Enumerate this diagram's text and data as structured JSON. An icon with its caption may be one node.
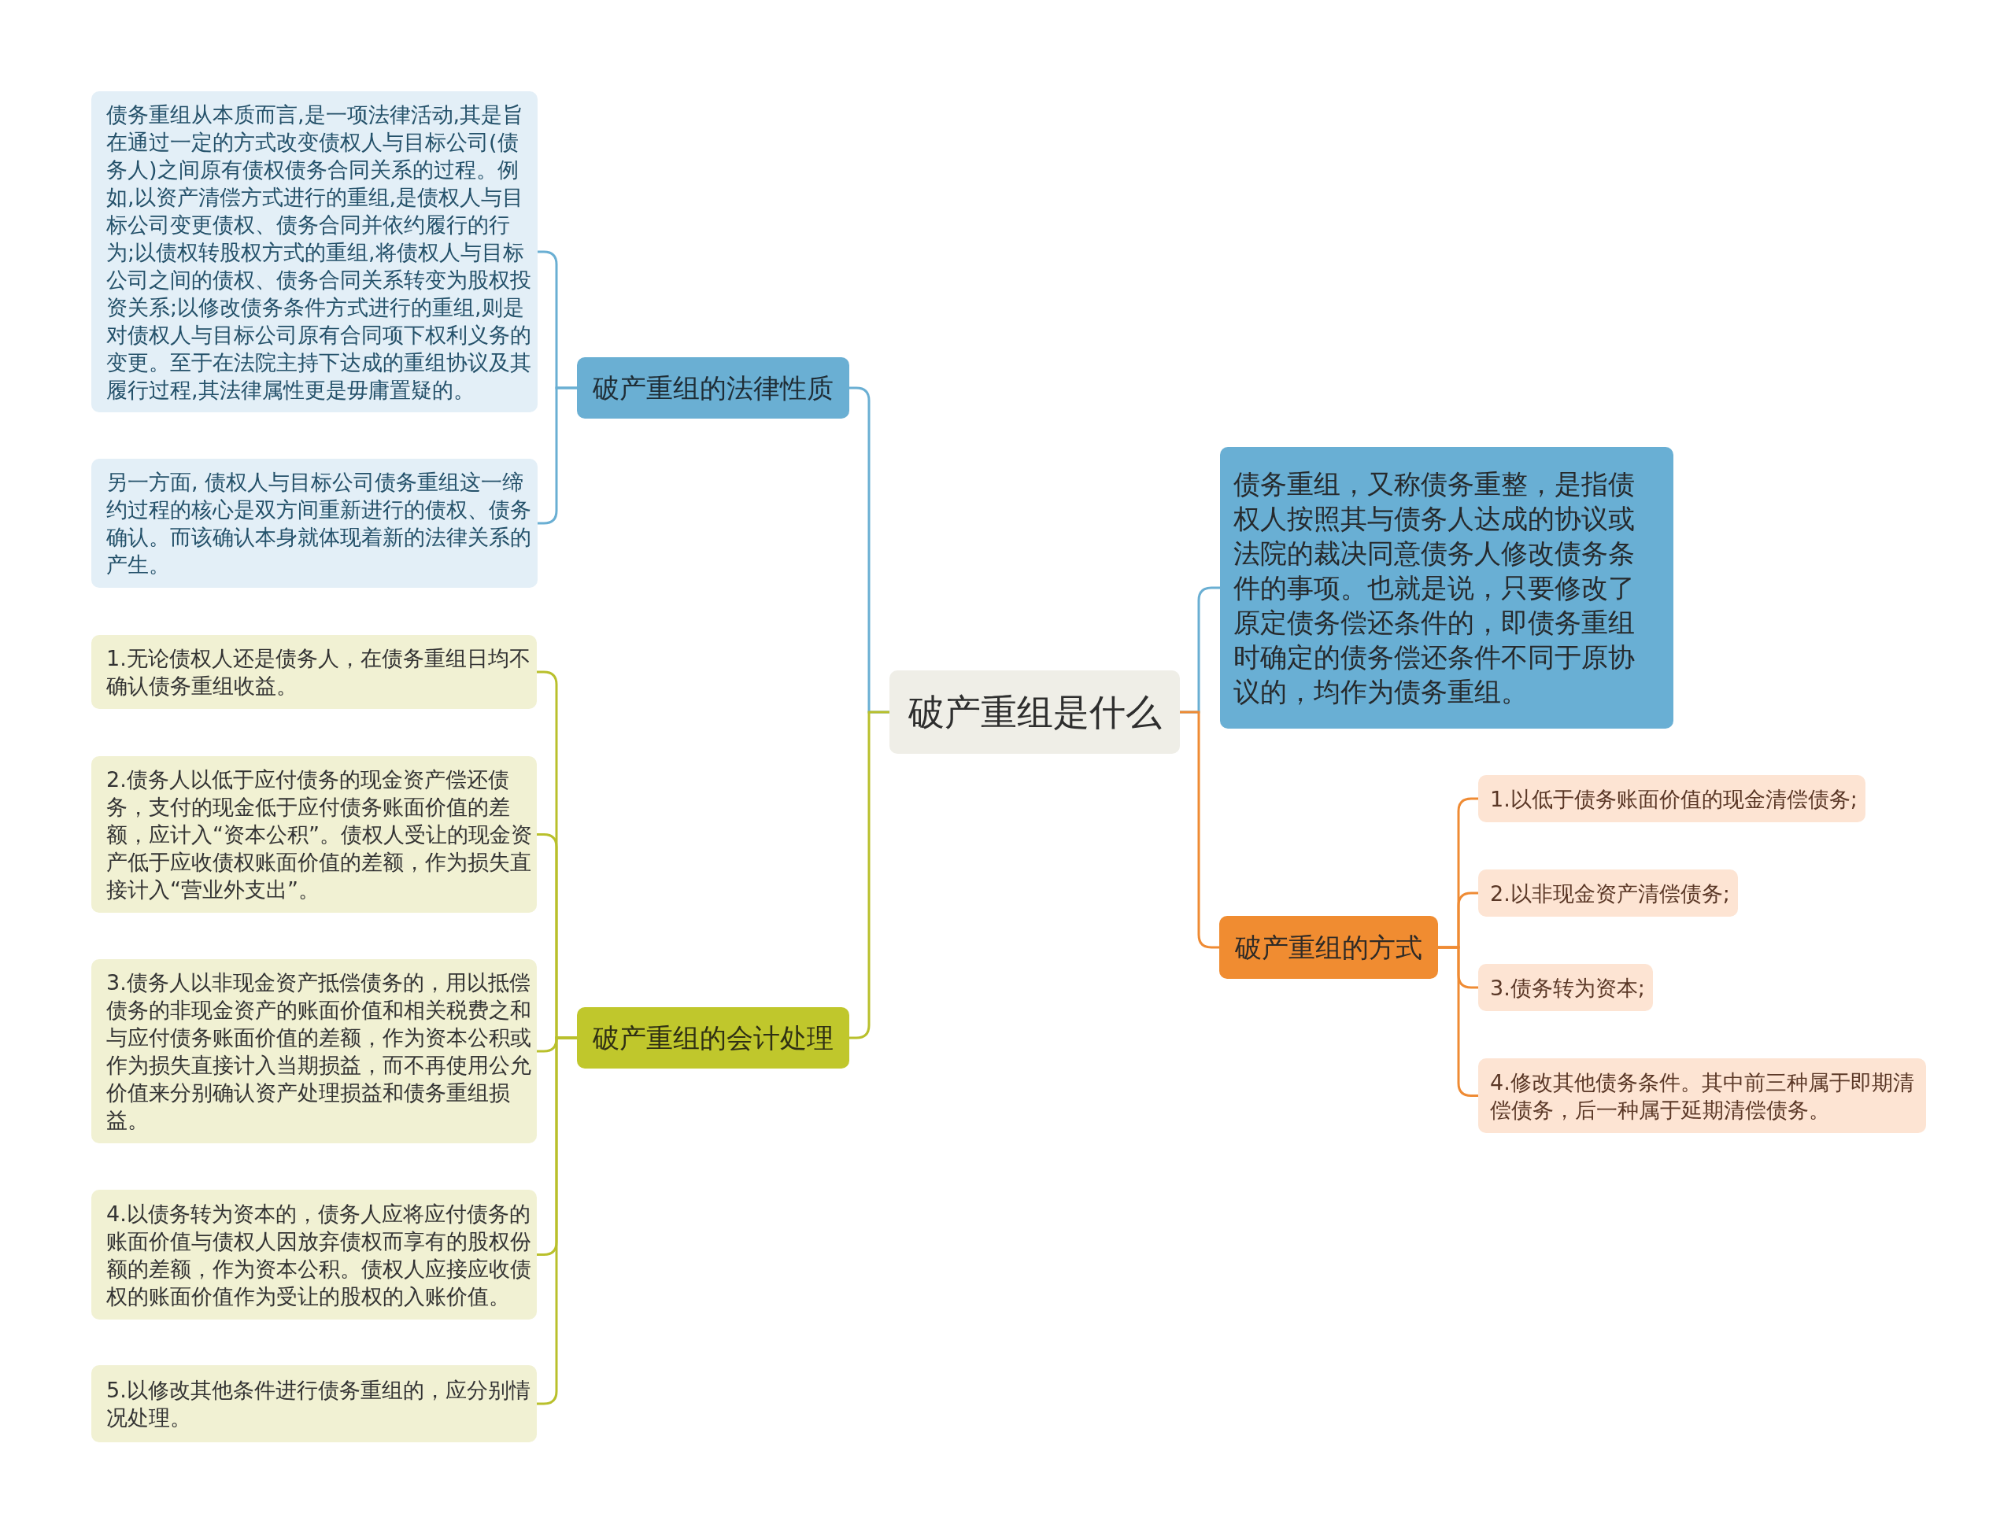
{
  "diagram": {
    "nodes": [
      {
        "text": [
          "破产重组是什么"
        ]
      },
      {
        "text": [
          "破产重组的法律性质"
        ]
      },
      {
        "text": [
          "债务重组从本质而言,是一项法律活动,其是旨在通过一定的方式改变债权人与目标公司(债务人)之间原有债权债务合同关系的过程。例如,以资产清偿方式进行的重组,是债权人与目标公司变更债权、债务合同并依约履行的行为;以债权转股权方式的重组,将债权人与目标公司之间的债权、债务合同关系转变为股权投资关系;以修改债务条件方式进行的重组,则是对债权人与目标公司原有合同项下权利义务的变更。至于在法院主持下达成的重组协议及其履行过程,其法律属性更是毋庸置疑的。"
        ]
      },
      {
        "text": [
          "另一方面, 债权人与目标公司债务重组这一缔约过程的核心是双方间重新进行的债权、债务确认。而该确认本身就体现着新的法律关系的产生。"
        ]
      },
      {
        "text": [
          "破产重组的会计处理"
        ]
      },
      {
        "text": [
          "1.无论债权人还是债务人，在债务重组日均不确认债务重组收益。"
        ]
      },
      {
        "text": [
          "2.债务人以低于应付债务的现金资产偿还债务，支付的现金低于应付债务账面价值的差额，应计入“资本公积”。债权人受让的现金资产低于应收债权账面价值的差额，作为损失直接计入“营业外支出”。"
        ]
      },
      {
        "text": [
          "3.债务人以非现金资产抵偿债务的，用以抵偿债务的非现金资产的账面价值和相关税费之和与应付债务账面价值的差额，作为资本公积或作为损失直接计入当期损益，而不再使用公允价值来分别确认资产处理损益和债务重组损益。"
        ]
      },
      {
        "text": [
          "4.以债务转为资本的，债务人应将应付债务的账面价值与债权人因放弃债权而享有的股权份额的差额，作为资本公积。债权人应接应收债权的账面价值作为受让的股权的入账价值。"
        ]
      },
      {
        "text": [
          "5.以修改其他条件进行债务重组的，应分别情况处理。"
        ]
      },
      {
        "text": [
          "债务重组，又称债务重整，是指债权人按照其与债务人达成的协议或法院的裁决同意债务人修改债务条件的事项。也就是说，只要修改了原定债务偿还条件的，即债务重组时确定的债务偿还条件不同于原协议的，均作为债务重组。"
        ]
      },
      {
        "text": [
          "破产重组的方式"
        ]
      },
      {
        "text": [
          "1.以低于债务账面价值的现金清偿债务;"
        ]
      },
      {
        "text": [
          "2.以非现金资产清偿债务;"
        ]
      },
      {
        "text": [
          "3.债务转为资本;"
        ]
      },
      {
        "text": [
          "4.修改其他债务条件。其中前三种属于即期清偿债务，后一种属于延期清偿债务。"
        ]
      }
    ],
    "edges": [
      {
        "from": 0,
        "to": 1,
        "arrow": "none",
        "color": "#6aafd3"
      },
      {
        "from": 1,
        "to": 2,
        "arrow": "none",
        "color": "#6aafd3"
      },
      {
        "from": 1,
        "to": 3,
        "arrow": "none",
        "color": "#6aafd3"
      },
      {
        "from": 0,
        "to": 4,
        "arrow": "none"
      },
      {
        "from": 4,
        "to": 5,
        "arrow": "none"
      },
      {
        "from": 4,
        "to": 6,
        "arrow": "none"
      },
      {
        "from": 4,
        "to": 7,
        "arrow": "none"
      },
      {
        "from": 4,
        "to": 8,
        "arrow": "none"
      },
      {
        "from": 4,
        "to": 9,
        "arrow": "none"
      },
      {
        "from": 0,
        "to": 10,
        "arrow": "none",
        "color": "#6aafd3"
      },
      {
        "from": 0,
        "to": 11,
        "arrow": "none",
        "color": "#ef8b34"
      },
      {
        "from": 11,
        "to": 12,
        "arrow": "none",
        "color": "#ef8b34"
      },
      {
        "from": 11,
        "to": 13,
        "arrow": "none",
        "color": "#ef8b34"
      },
      {
        "from": 11,
        "to": 14,
        "arrow": "none",
        "color": "#ef8b34"
      },
      {
        "from": 11,
        "to": 15,
        "arrow": "none",
        "color": "#ef8b34"
      }
    ]
  }
}
